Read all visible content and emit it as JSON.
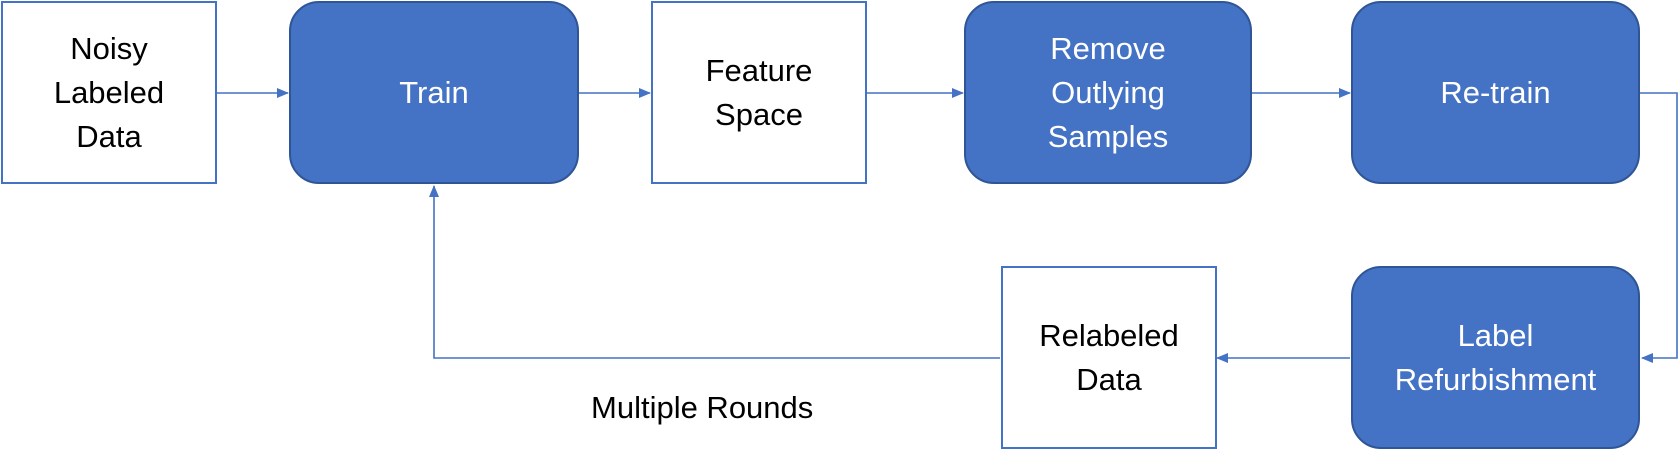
{
  "colors": {
    "accent": "#4472c4",
    "accent_border": "#2f5597",
    "plain_fill": "#ffffff",
    "text_dark": "#000000",
    "text_light": "#ffffff"
  },
  "nodes": {
    "noisy_labeled_data": {
      "lines": [
        "Noisy",
        "Labeled",
        "Data"
      ]
    },
    "train": {
      "lines": [
        "Train"
      ]
    },
    "feature_space": {
      "lines": [
        "Feature",
        "Space"
      ]
    },
    "remove_outlying_samples": {
      "lines": [
        "Remove",
        "Outlying",
        "Samples"
      ]
    },
    "re_train": {
      "lines": [
        "Re-train"
      ]
    },
    "label_refurbishment": {
      "lines": [
        "Label",
        "Refurbishment"
      ]
    },
    "relabeled_data": {
      "lines": [
        "Relabeled",
        "Data"
      ]
    }
  },
  "caption": "Multiple Rounds"
}
